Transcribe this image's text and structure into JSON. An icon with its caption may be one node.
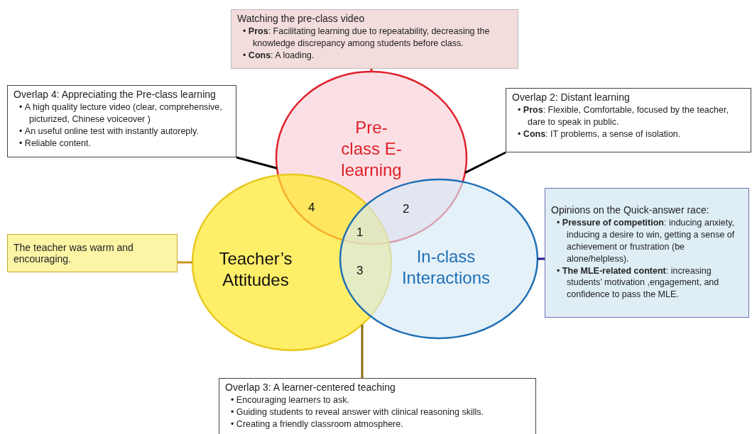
{
  "diagram": {
    "nodes": [
      {
        "text": [
          "Pre-class E-learning"
        ]
      },
      {
        "text": [
          "Teacher’s Attitudes"
        ]
      },
      {
        "text": [
          "In-class Interactions"
        ]
      },
      {
        "text": [
          "Watching the pre-class video",
          "• **Pros**: Facilitating learning due to repeatability, decreasing the knowledge discrepancy  among students before class.",
          "• **Cons**: A loading."
        ]
      },
      {
        "text": [
          "Overlap 4: Appreciating the Pre-class learning",
          "• A high quality lecture video  (clear, comprehensive, picturized, Chinese voiceover )",
          "• An useful online test with instantly autoreply.",
          "• Reliable content."
        ]
      },
      {
        "text": [
          "Overlap 2: Distant learning",
          "• **Pros**: Flexible, Comfortable, focused by the teacher, dare to speak in public.",
          "• **Cons**: IT problems, a sense of isolation."
        ]
      },
      {
        "text": [
          "The teacher was warm and encouraging."
        ]
      },
      {
        "text": [
          "Opinions on the Quick-answer race:",
          "• **Pressure of competition**: inducing anxiety, inducing a desire to win, getting a sense of achievement or frustration (be alone/helpless).",
          "• **The MLE-related content**: increasing students’  motivation ,engagement, and confidence to pass the MLE."
        ]
      },
      {
        "text": [
          "Overlap 3: A learner-centered teaching",
          "• Encouraging learners to ask.",
          "• Guiding students to reveal answer with clinical reasoning skills.",
          "• Creating a friendly classroom atmosphere."
        ]
      }
    ],
    "edges": [
      {
        "from": 3,
        "to": 0,
        "arrow": "none",
        "color": "#e0202a"
      },
      {
        "from": 4,
        "to": 0,
        "arrow": "none"
      },
      {
        "from": 5,
        "to": 0,
        "arrow": "none"
      },
      {
        "from": 6,
        "to": 1,
        "arrow": "none",
        "color": "#c8961e"
      },
      {
        "from": 7,
        "to": 2,
        "arrow": "none",
        "color": "#1a1a8c"
      },
      {
        "from": 8,
        "to": 1,
        "arrow": "none",
        "color": "#8a6a10"
      }
    ],
    "labels": [
      "4",
      "2",
      "1",
      "3"
    ]
  }
}
